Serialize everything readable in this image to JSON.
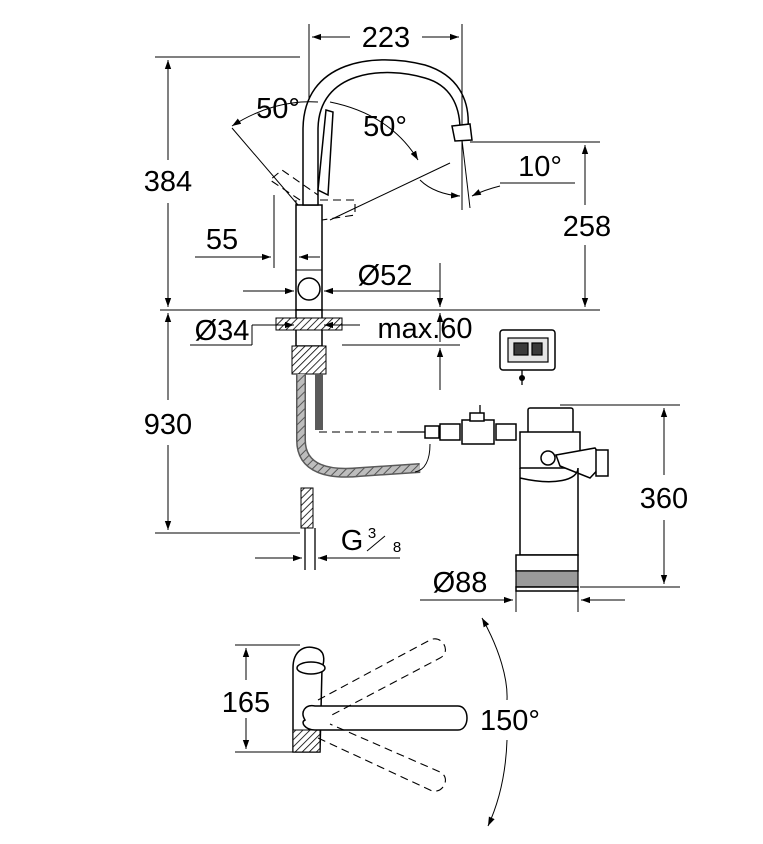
{
  "dimensions": {
    "spout_reach": "223",
    "swivel_angle_left": "50°",
    "swivel_angle_right": "50°",
    "tilt_angle": "10°",
    "total_height": "384",
    "spout_height": "258",
    "lever_offset": "55",
    "body_diameter": "Ø52",
    "hole_diameter": "Ø34",
    "max_deck_thickness": "max.60",
    "hose_length": "930",
    "thread_label": "G",
    "thread_numerator": "3",
    "thread_denominator": "8",
    "filter_height": "360",
    "filter_diameter": "Ø88",
    "top_depth": "165",
    "rotation_angle": "150°"
  },
  "colors": {
    "line": "#000000",
    "hose": "#6e6e6e",
    "filter_band": "#9a9a9a"
  }
}
